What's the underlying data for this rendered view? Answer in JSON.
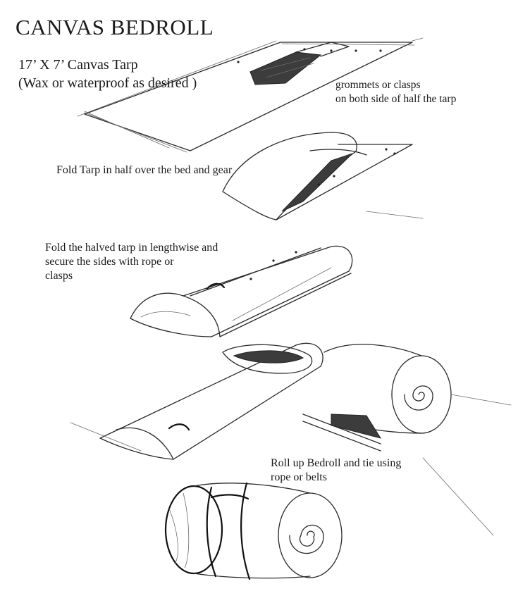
{
  "title": "CANVAS BEDROLL",
  "tarp": {
    "size": "17’ X 7’ Canvas Tarp",
    "note": "(Wax or waterproof as desired )"
  },
  "steps": {
    "grommets_line1": "grommets or clasps",
    "grommets_line2": "on both side of half the tarp",
    "fold_half": "Fold Tarp in half over the bed and gear",
    "fold_lengthwise_line1": "Fold the halved tarp in lengthwise and",
    "fold_lengthwise_line2": "secure the sides with rope or",
    "fold_lengthwise_line3": "clasps",
    "roll_line1": "Roll up Bedroll and tie using",
    "roll_line2": "rope or belts"
  }
}
